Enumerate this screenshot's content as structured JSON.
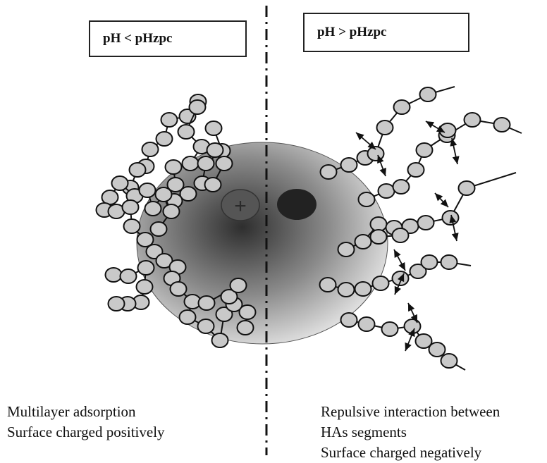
{
  "left_panel": {
    "condition": "pH  < pHzpc",
    "caption_lines": [
      "Multilayer adsorption",
      "Surface charged positively"
    ],
    "surface_charge_symbol": "+"
  },
  "right_panel": {
    "condition": "pH  > pHzpc",
    "caption_lines": [
      "Repulsive interaction between",
      "HAs segments",
      "Surface charged negatively"
    ]
  },
  "colors": {
    "particle_light": "#e2e2e2",
    "particle_dark": "#2e2e2e",
    "segment_fill": "#c9c9c9",
    "positive_site": "#555555",
    "negative_site": "#222222",
    "line": "#111111"
  }
}
